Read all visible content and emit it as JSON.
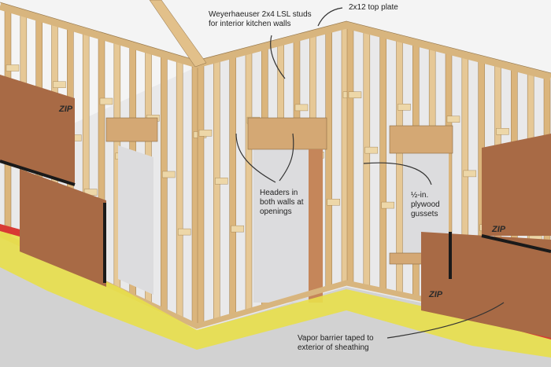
{
  "labels": {
    "studs": "Weyerhaeuser 2x4 LSL studs for interior kitchen walls",
    "top_plate": "2x12 top plate",
    "headers": "Headers in both walls at openings",
    "gussets": "½-in. plywood gussets",
    "vapor_barrier": "Vapor barrier taped to exterior of sheathing"
  },
  "sheathing_brand": "ZIP",
  "colors": {
    "wood": "#e2c08a",
    "wood_dark": "#c99a5c",
    "sheathing": "#a86a45",
    "vapor": "#e8df4a",
    "tape": "#d83a34",
    "slab": "#c9c9c9"
  }
}
